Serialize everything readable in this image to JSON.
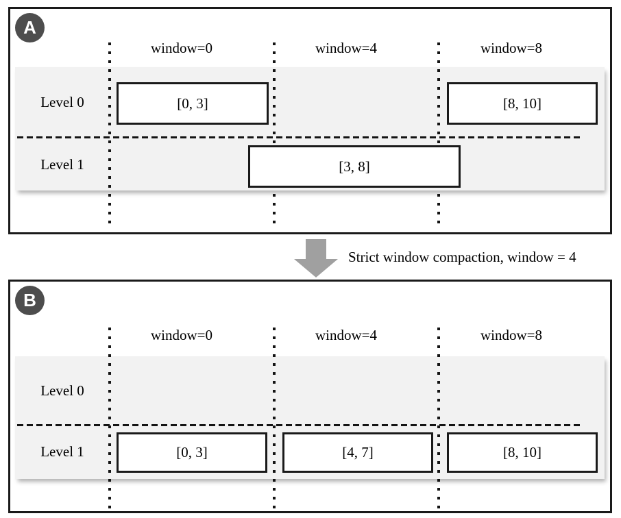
{
  "caption": {
    "text": "Strict window compaction, window = 4"
  },
  "panel_a": {
    "badge": "A",
    "windows": [
      "window=0",
      "window=4",
      "window=8"
    ],
    "levels": [
      "Level 0",
      "Level 1"
    ],
    "level0_boxes": [
      {
        "range": "[0, 3]"
      },
      {
        "range": "[8, 10]"
      }
    ],
    "level1_boxes": [
      {
        "range": "[3, 8]"
      }
    ]
  },
  "panel_b": {
    "badge": "B",
    "windows": [
      "window=0",
      "window=4",
      "window=8"
    ],
    "levels": [
      "Level 0",
      "Level 1"
    ],
    "level0_boxes": [],
    "level1_boxes": [
      {
        "range": "[0, 3]"
      },
      {
        "range": "[4, 7]"
      },
      {
        "range": "[8, 10]"
      }
    ]
  },
  "colors": {
    "badge_circle": "#4d4d4d",
    "level_band": "#f2f2f2",
    "arrow": "#a0a0a0",
    "line": "#1a1a1a",
    "background": "#ffffff"
  }
}
